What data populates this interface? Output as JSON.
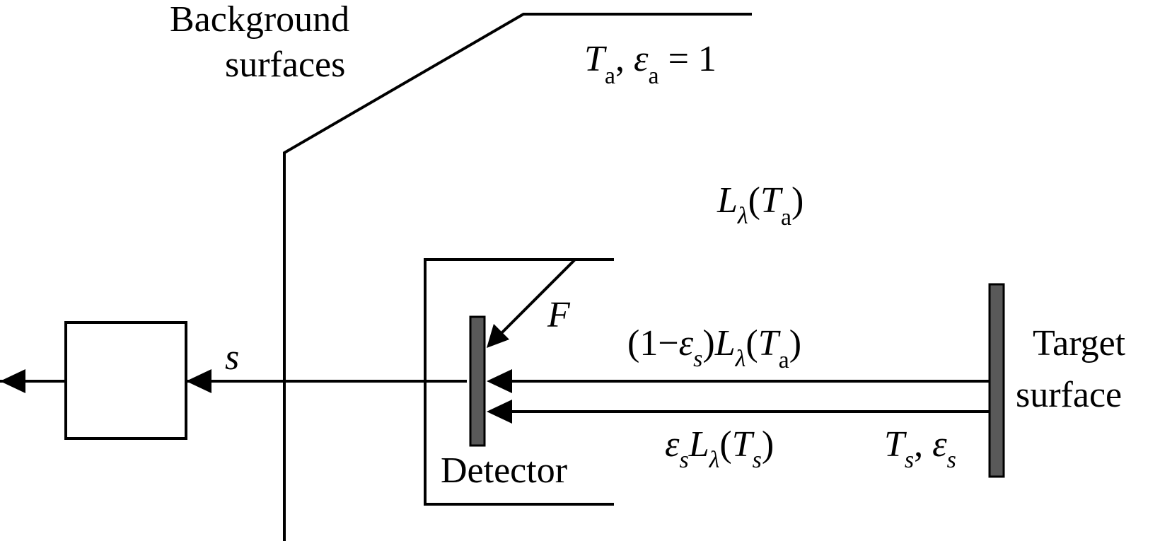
{
  "background": {
    "line1": "Background",
    "line2": "surfaces",
    "param_T": "T",
    "param_T_sub": "a",
    "param_eps": "ε",
    "param_eps_sub": "a",
    "param_value": "= 1"
  },
  "radiance_background": {
    "L": "L",
    "L_sub": "λ",
    "open": "(",
    "T": "T",
    "T_sub": "a",
    "close": ")"
  },
  "filter_label": "F",
  "signal_label": "s",
  "detector_label": "Detector",
  "reflected": {
    "prefix": "(1−",
    "eps": "ε",
    "eps_sub": "s",
    "mid": ")",
    "L": "L",
    "L_sub": "λ",
    "open": "(",
    "T": "T",
    "T_sub": "a",
    "close": ")"
  },
  "emitted": {
    "eps": "ε",
    "eps_sub": "s",
    "L": "L",
    "L_sub": "λ",
    "open": "(",
    "T": "T",
    "T_sub": "s",
    "close": ")"
  },
  "target": {
    "line1": "Target",
    "line2": "surface",
    "param_T": "T",
    "param_T_sub": "s",
    "comma": ",",
    "param_eps": "ε",
    "param_eps_sub": "s"
  },
  "colors": {
    "stroke": "#000000",
    "fill_gray": "#595959"
  }
}
